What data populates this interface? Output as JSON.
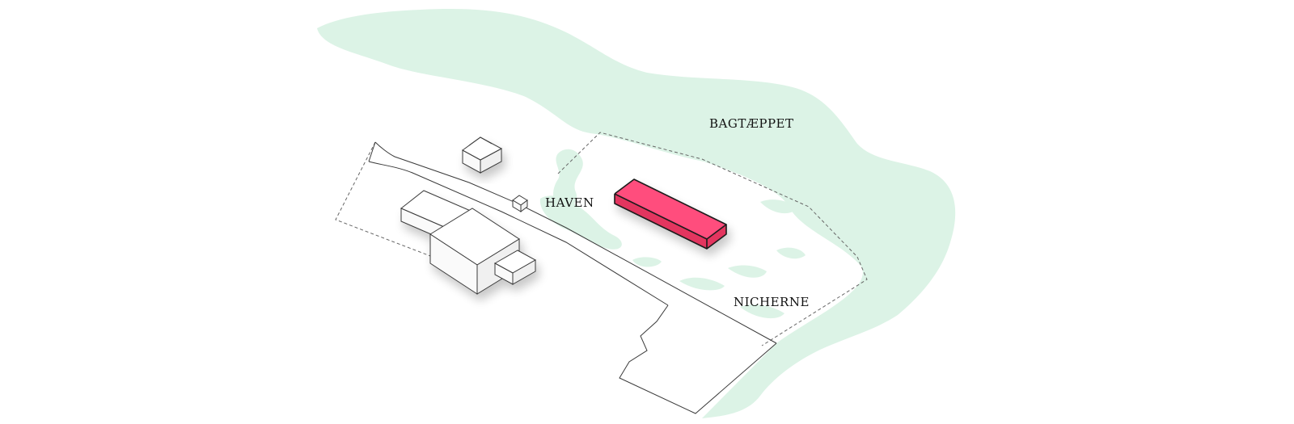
{
  "labels": {
    "bagtaeppet": "BAGTÆPPET",
    "haven": "HAVEN",
    "nicherne": "NICHERNE"
  },
  "colors": {
    "vegetation": "#dcf3e6",
    "highlight_roof_light": "#ff4d7d",
    "highlight_roof_dark": "#e3345f",
    "outline": "#3a3a3a",
    "dashed_boundary": "#666666"
  }
}
